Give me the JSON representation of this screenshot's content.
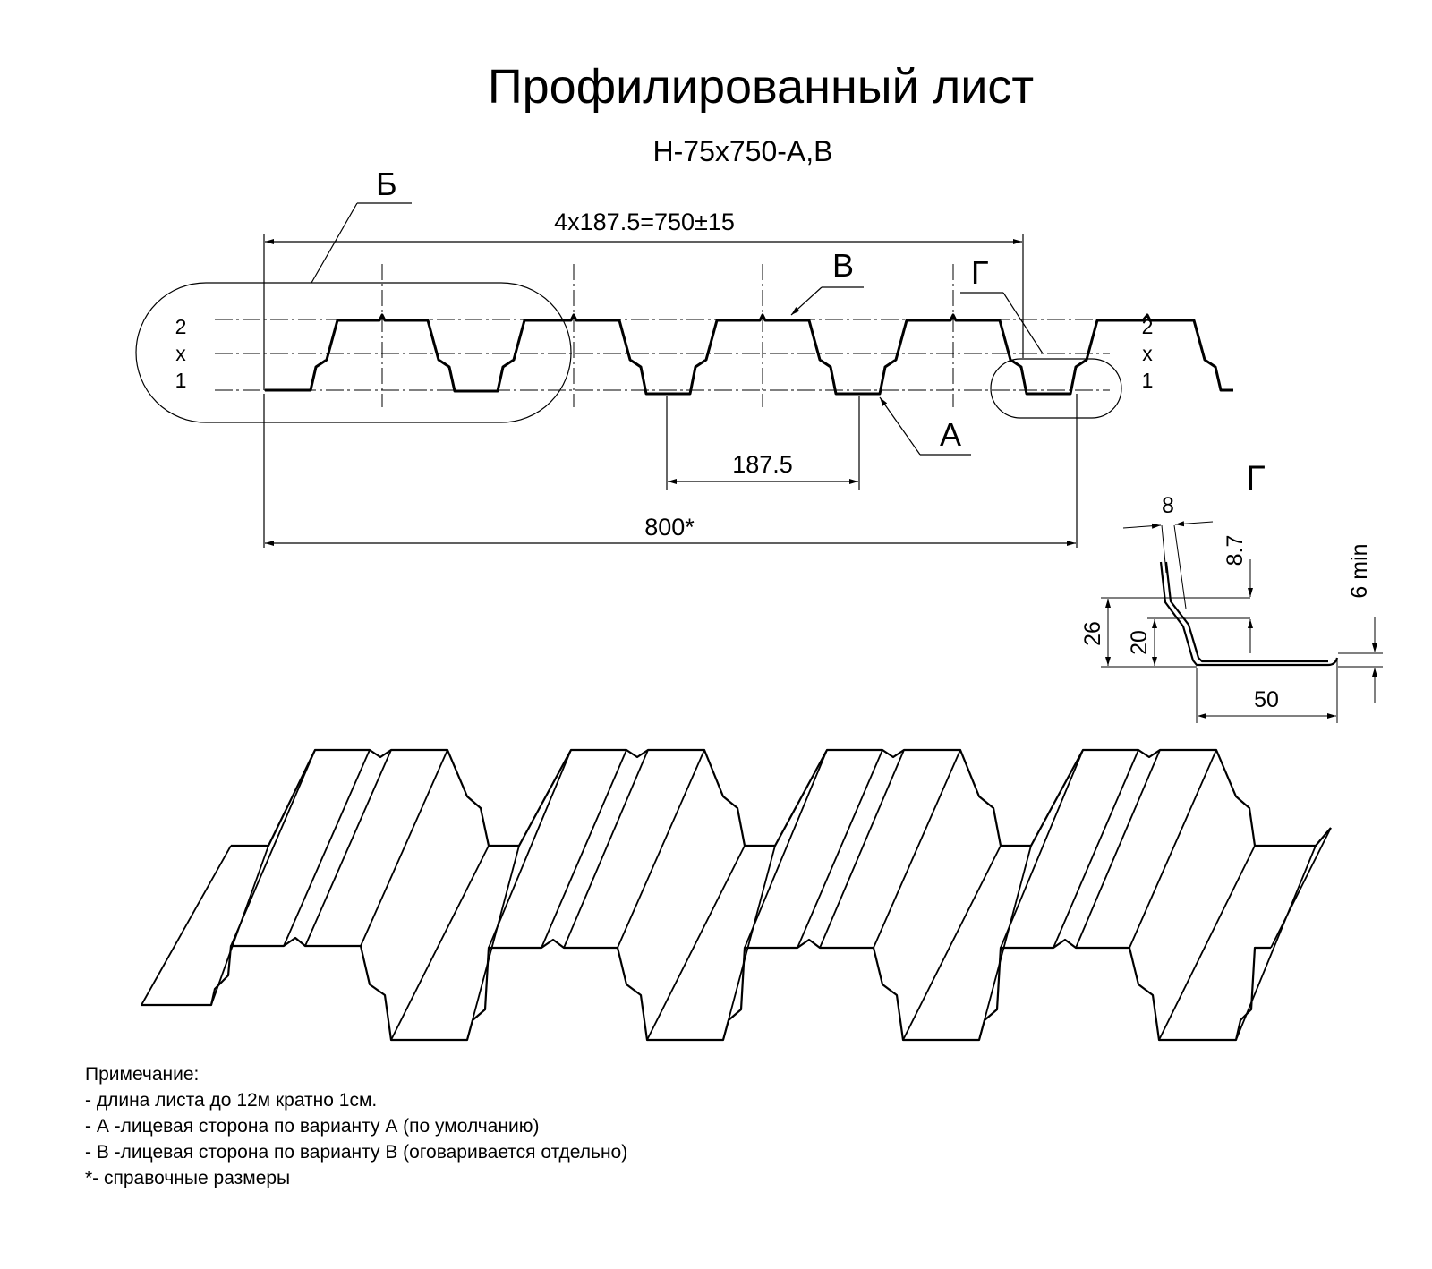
{
  "title": "Профилированный лист",
  "subtitle": "Н-75х750-А,В",
  "section": {
    "label_b": "Б",
    "label_v": "В",
    "label_g": "Г",
    "label_a": "А",
    "dim_total": "4х187.5=750±15",
    "dim_pitch": "187.5",
    "dim_overall": "800*",
    "scale_left": [
      "2",
      "х",
      "1"
    ],
    "scale_right": [
      "2",
      "х",
      "1"
    ]
  },
  "detail_g": {
    "label": "Г",
    "dim_8": "8",
    "dim_8_7": "8.7",
    "dim_6min": "6 min",
    "dim_26": "26",
    "dim_20": "20",
    "dim_50": "50"
  },
  "notes": {
    "heading": "Примечание:",
    "lines": [
      "- длина листа до 12м кратно 1см.",
      "- А -лицевая сторона по варианту А (по умолчанию)",
      "- В -лицевая сторона по варианту В (оговаривается отдельно)",
      "*- справочные размеры"
    ]
  },
  "colors": {
    "line": "#000000",
    "background": "#ffffff"
  }
}
